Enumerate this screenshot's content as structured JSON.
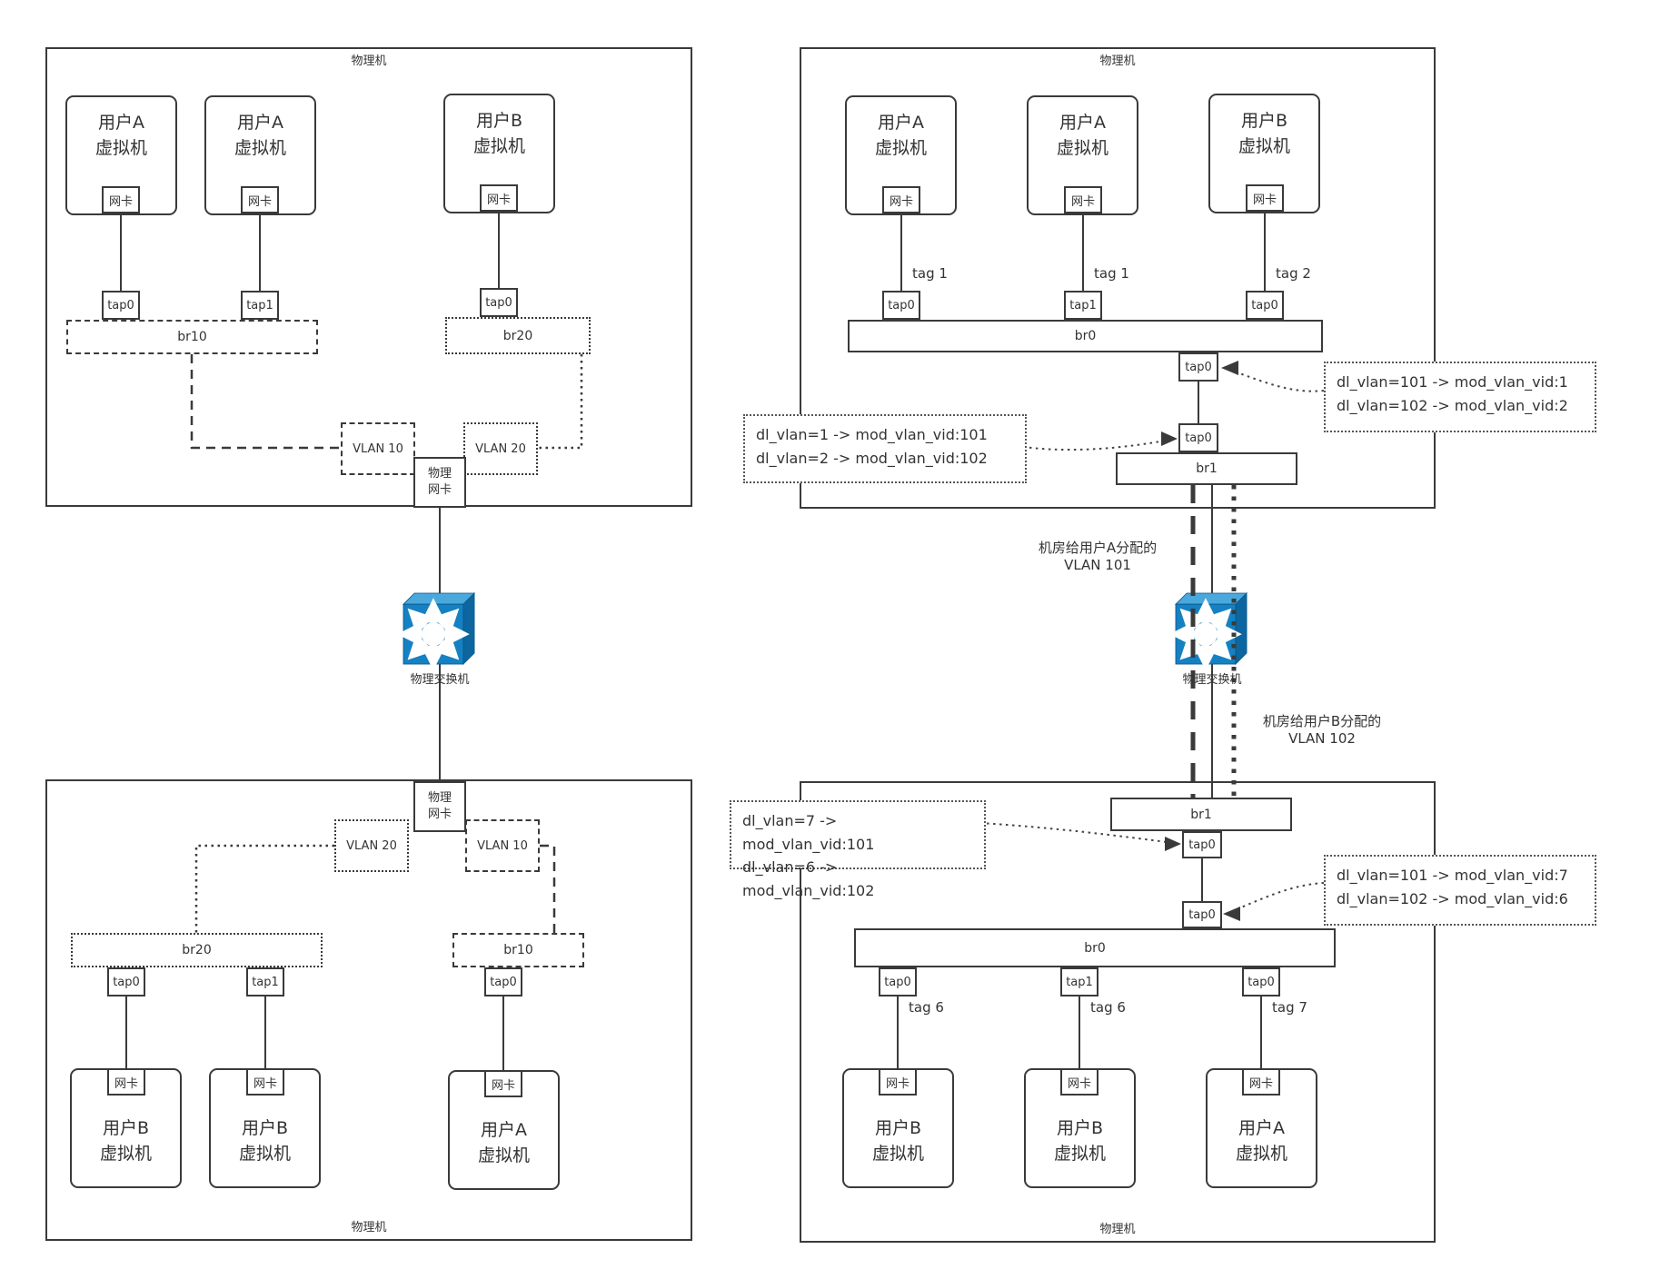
{
  "left_top_host": {
    "title": "物理机",
    "vms": [
      {
        "label": "用户A\n虚拟机",
        "nic": "网卡",
        "tap": "tap0"
      },
      {
        "label": "用户A\n虚拟机",
        "nic": "网卡",
        "tap": "tap1"
      },
      {
        "label": "用户B\n虚拟机",
        "nic": "网卡",
        "tap": "tap0"
      }
    ],
    "bridge_a": "br10",
    "bridge_b": "br20",
    "vlan_a": "VLAN 10",
    "vlan_b": "VLAN 20",
    "pnic": "物理\n网卡"
  },
  "left_bottom_host": {
    "title": "物理机",
    "vms": [
      {
        "label": "用户B\n虚拟机",
        "nic": "网卡",
        "tap": "tap0"
      },
      {
        "label": "用户B\n虚拟机",
        "nic": "网卡",
        "tap": "tap1"
      },
      {
        "label": "用户A\n虚拟机",
        "nic": "网卡",
        "tap": "tap0"
      }
    ],
    "bridge_b": "br20",
    "bridge_a": "br10",
    "vlan_b": "VLAN 20",
    "vlan_a": "VLAN 10",
    "pnic": "物理\n网卡"
  },
  "switch_left_label": "物理交换机",
  "switch_right_label": "物理交换机",
  "right_top_host": {
    "title": "物理机",
    "vms": [
      {
        "label": "用户A\n虚拟机",
        "nic": "网卡",
        "tap": "tap0",
        "tag": "tag 1"
      },
      {
        "label": "用户A\n虚拟机",
        "nic": "网卡",
        "tap": "tap1",
        "tag": "tag 1"
      },
      {
        "label": "用户B\n虚拟机",
        "nic": "网卡",
        "tap": "tap0",
        "tag": "tag 2"
      }
    ],
    "bridge0": "br0",
    "bridge1": "br1",
    "patch_tap_upper": "tap0",
    "patch_tap_lower": "tap0",
    "flow_note_left": "dl_vlan=1 -> mod_vlan_vid:101\ndl_vlan=2 -> mod_vlan_vid:102",
    "flow_note_right": "dl_vlan=101 -> mod_vlan_vid:1\ndl_vlan=102 -> mod_vlan_vid:2"
  },
  "right_bottom_host": {
    "title": "物理机",
    "bridge1": "br1",
    "bridge0": "br0",
    "patch_tap_upper": "tap0",
    "patch_tap_lower": "tap0",
    "flow_note_left": "dl_vlan=7 -> mod_vlan_vid:101\ndl_vlan=6 -> mod_vlan_vid:102",
    "flow_note_right": "dl_vlan=101 -> mod_vlan_vid:7\ndl_vlan=102 -> mod_vlan_vid:6",
    "vms": [
      {
        "label": "用户B\n虚拟机",
        "nic": "网卡",
        "tap": "tap0",
        "tag": "tag 6"
      },
      {
        "label": "用户B\n虚拟机",
        "nic": "网卡",
        "tap": "tap1",
        "tag": "tag 6"
      },
      {
        "label": "用户A\n虚拟机",
        "nic": "网卡",
        "tap": "tap0",
        "tag": "tag 7"
      }
    ]
  },
  "vlan_note_a": "机房给用户A分配的\nVLAN 101",
  "vlan_note_b": "机房给用户B分配的\nVLAN 102",
  "colors": {
    "line": "#3a3a3a",
    "switch_front": "#1581c2",
    "switch_top": "#4aa8dc",
    "switch_side": "#0d669f"
  }
}
